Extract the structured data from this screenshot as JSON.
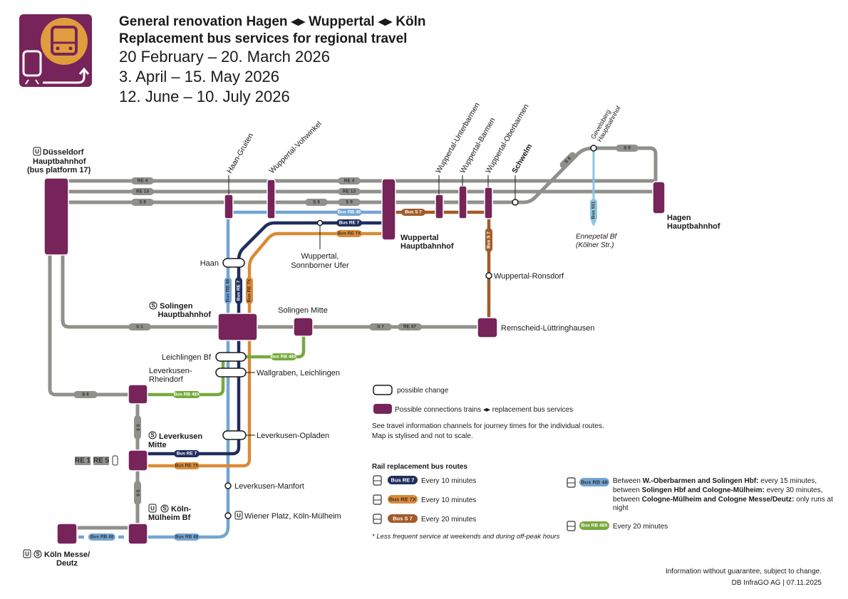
{
  "header": {
    "title_line1": "General renovation Hagen ◂▸ Wuppertal ◂▸ Köln",
    "title_line2": "Replacement bus services for regional travel",
    "dates": [
      "20 February – 20. March 2026",
      "3. April – 15. May 2026",
      "12. June – 10. July 2026"
    ]
  },
  "colors": {
    "station_purple": "#76245a",
    "logo_orange": "#e19d3d",
    "rail_grey": "#8f918a",
    "bus_rb48": "#72a5d3",
    "bus_re7": "#1f2e5c",
    "bus_re7x": "#dc8a36",
    "bus_s7": "#a25b28",
    "bus_rb48x": "#77a93d",
    "bus_s51": "#8cc5e1"
  },
  "labels": {
    "re4": "RE 4",
    "re13": "RE 13",
    "s8": "S 8",
    "s9": "S 9",
    "s1": "S 1",
    "s7": "S 7",
    "re47": "RE 47",
    "s6": "S 6",
    "bus_rb48": "Bus RB 48",
    "bus_re7": "Bus RE 7",
    "bus_re7x": "Bus RE 7X",
    "bus_s7": "Bus S 7",
    "bus_rb48x": "Bus RB 48X",
    "bus_s51": "Bus 551",
    "re1": "RE 1",
    "re5": "RE 5"
  },
  "stations": {
    "dus_icon": "U",
    "dus": [
      "Düsseldorf",
      "Hauptbahnhof",
      "(bus platform 17)"
    ],
    "haan_gruiten": "Haan-Gruiten",
    "vohwinkel": "Wuppertal-Vohwinkel",
    "unterbarmen": "Wuppertal-Unterbarmen",
    "barmen": "Wuppertal-Barmen",
    "oberbarmen": "Wuppertal-Oberbarmen",
    "schwelm": "Schwelm",
    "gevelsberg": [
      "Gevelsberg",
      "Hauptbahnhof"
    ],
    "wuppertal_hbf": [
      "Wuppertal",
      "Hauptbahnhof"
    ],
    "hagen": [
      "Hagen",
      "Hauptbahnhof"
    ],
    "ennepetal": [
      "Ennepetal Bf",
      "(Kölner Str.)"
    ],
    "sonnborn": [
      "Wuppertal,",
      "Sonnborner Ufer"
    ],
    "haan": "Haan",
    "ronsdorf": "Wuppertal-Ronsdorf",
    "solingen_icon": "S",
    "solingen_hbf": [
      "Solingen",
      "Hauptbahnhof"
    ],
    "solingen_mitte": "Solingen Mitte",
    "remscheid": "Remscheid-Lüttringhausen",
    "leichlingen": "Leichlingen Bf",
    "wallgraben": "Wallgraben, Leichlingen",
    "rheindorf": [
      "Leverkusen-",
      "Rheindorf"
    ],
    "opladen": "Leverkusen-Opladen",
    "lev_mitte_icon": "S",
    "lev_mitte": [
      "Leverkusen",
      "Mitte"
    ],
    "manfort": "Leverkusen-Manfort",
    "wiener_icon": "U",
    "wiener": "Wiener Platz, Köln-Mülheim",
    "muelheim_icons": [
      "U",
      "S"
    ],
    "muelheim": [
      "Köln-",
      "Mülheim Bf"
    ],
    "messe_icons": [
      "U",
      "S"
    ],
    "messe": [
      "Köln Messe/",
      "Deutz"
    ]
  },
  "legend": {
    "possible_change": "possible change",
    "connections": "Possible connections trains ◂▸ replacement bus services",
    "note1": "See travel information channels for journey times for the individual routes.",
    "note2": "Map is stylised and not to scale.",
    "routes_heading": "Rail replacement bus routes",
    "routes": [
      {
        "label": "Bus RE 7",
        "text": "Every 10 minutes"
      },
      {
        "label": "Bus RE 7X",
        "text": "Every 10 minutes"
      },
      {
        "label": "Bus S 7",
        "text": "Every 20 minutes"
      },
      {
        "label": "Bus RB 48X",
        "text": "Every 20 minutes"
      }
    ],
    "rb48": {
      "label": "Bus RB 48",
      "l1a": "Between ",
      "l1b": "W.-Oberbarmen and Solingen Hbf:",
      "l1c": " every 15 minutes,",
      "l2a": "between ",
      "l2b": "Solingen Hbf and Cologne-Mülheim:",
      "l2c": " every 30 minutes,",
      "l3a": "between ",
      "l3b": "Cologne-Mülheim and Cologne Messe/Deutz:",
      "l3c": " only runs at",
      "l4": "night"
    },
    "footnote": "* Less frequent service at weekends and during off-peak hours"
  },
  "footer": {
    "disclaimer": "Information without guarantee, subject to change.",
    "credit": "DB InfraGO AG | 07.11.2025"
  }
}
